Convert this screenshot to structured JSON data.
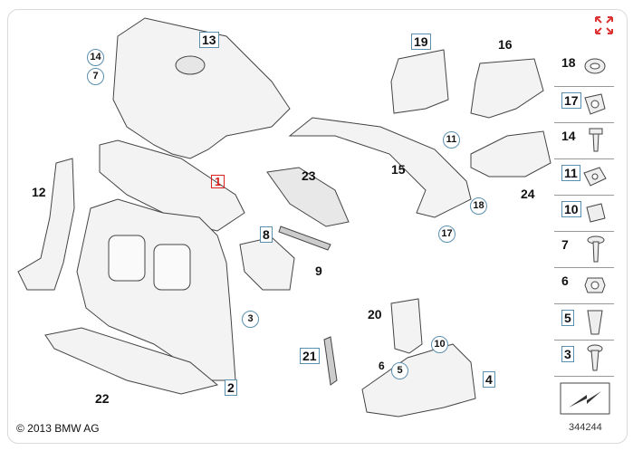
{
  "copyright": "© 2013 BMW AG",
  "diagram_number": "344244",
  "expand_icon": "expand-arrows-icon",
  "accent_color": "#5a8fb0",
  "selected_color": "#d22222",
  "callouts": {
    "c1": "1",
    "c2": "2",
    "c3": "3",
    "c4": "4",
    "c5": "5",
    "c6": "6",
    "c7": "7",
    "c8": "8",
    "c9": "9",
    "c10": "10",
    "c11": "11",
    "c12": "12",
    "c13": "13",
    "c14": "14",
    "c15": "15",
    "c16": "16",
    "c17": "17",
    "c18": "18",
    "c19": "19",
    "c20": "20",
    "c21": "21",
    "c22": "22",
    "c23": "23",
    "c24": "24"
  },
  "side_panel": [
    "18",
    "17",
    "14",
    "11",
    "10",
    "7",
    "6",
    "5",
    "3"
  ]
}
